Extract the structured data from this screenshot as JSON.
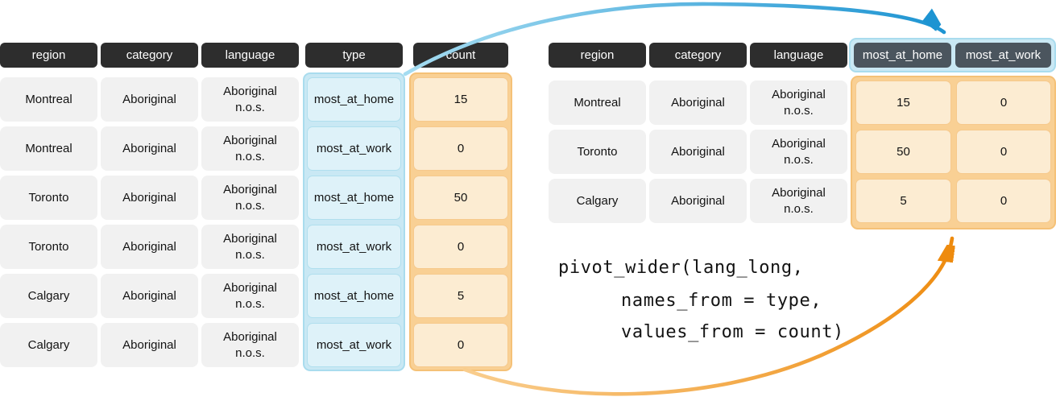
{
  "figure": {
    "title_semantic": "pivot_wider transformation diagram",
    "code": {
      "lines": [
        "pivot_wider(lang_long,",
        "names_from = type,",
        "values_from = count)"
      ]
    },
    "left_table": {
      "headers": {
        "region": "region",
        "category": "category",
        "language": "language",
        "type": "type",
        "count": "count"
      },
      "rows": [
        {
          "region": "Montreal",
          "category": "Aboriginal",
          "language": "Aboriginal n.o.s.",
          "type": "most_at_home",
          "count": "15"
        },
        {
          "region": "Montreal",
          "category": "Aboriginal",
          "language": "Aboriginal n.o.s.",
          "type": "most_at_work",
          "count": "0"
        },
        {
          "region": "Toronto",
          "category": "Aboriginal",
          "language": "Aboriginal n.o.s.",
          "type": "most_at_home",
          "count": "50"
        },
        {
          "region": "Toronto",
          "category": "Aboriginal",
          "language": "Aboriginal n.o.s.",
          "type": "most_at_work",
          "count": "0"
        },
        {
          "region": "Calgary",
          "category": "Aboriginal",
          "language": "Aboriginal n.o.s.",
          "type": "most_at_home",
          "count": "5"
        },
        {
          "region": "Calgary",
          "category": "Aboriginal",
          "language": "Aboriginal n.o.s.",
          "type": "most_at_work",
          "count": "0"
        }
      ]
    },
    "right_table": {
      "headers": {
        "region": "region",
        "category": "category",
        "language": "language",
        "most_at_home": "most_at_home",
        "most_at_work": "most_at_work"
      },
      "rows": [
        {
          "region": "Montreal",
          "category": "Aboriginal",
          "language": "Aboriginal n.o.s.",
          "most_at_home": "15",
          "most_at_work": "0"
        },
        {
          "region": "Toronto",
          "category": "Aboriginal",
          "language": "Aboriginal n.o.s.",
          "most_at_home": "50",
          "most_at_work": "0"
        },
        {
          "region": "Calgary",
          "category": "Aboriginal",
          "language": "Aboriginal n.o.s.",
          "most_at_home": "5",
          "most_at_work": "0"
        }
      ]
    },
    "colors": {
      "header_bg": "#2d2d2d",
      "pivot_header_bg": "#4b555e",
      "cell_bg": "#f1f1f1",
      "blue_cell_fill": "#def2f9",
      "blue_border": "#a9dcee",
      "orange_cell_fill": "#fcecd2",
      "orange_border": "#f5c177",
      "arrow_blue": "#1d94d2",
      "arrow_blue_light": "#a5dcf1",
      "arrow_orange": "#ee8b0e",
      "arrow_orange_light": "#f9cd8d"
    }
  }
}
